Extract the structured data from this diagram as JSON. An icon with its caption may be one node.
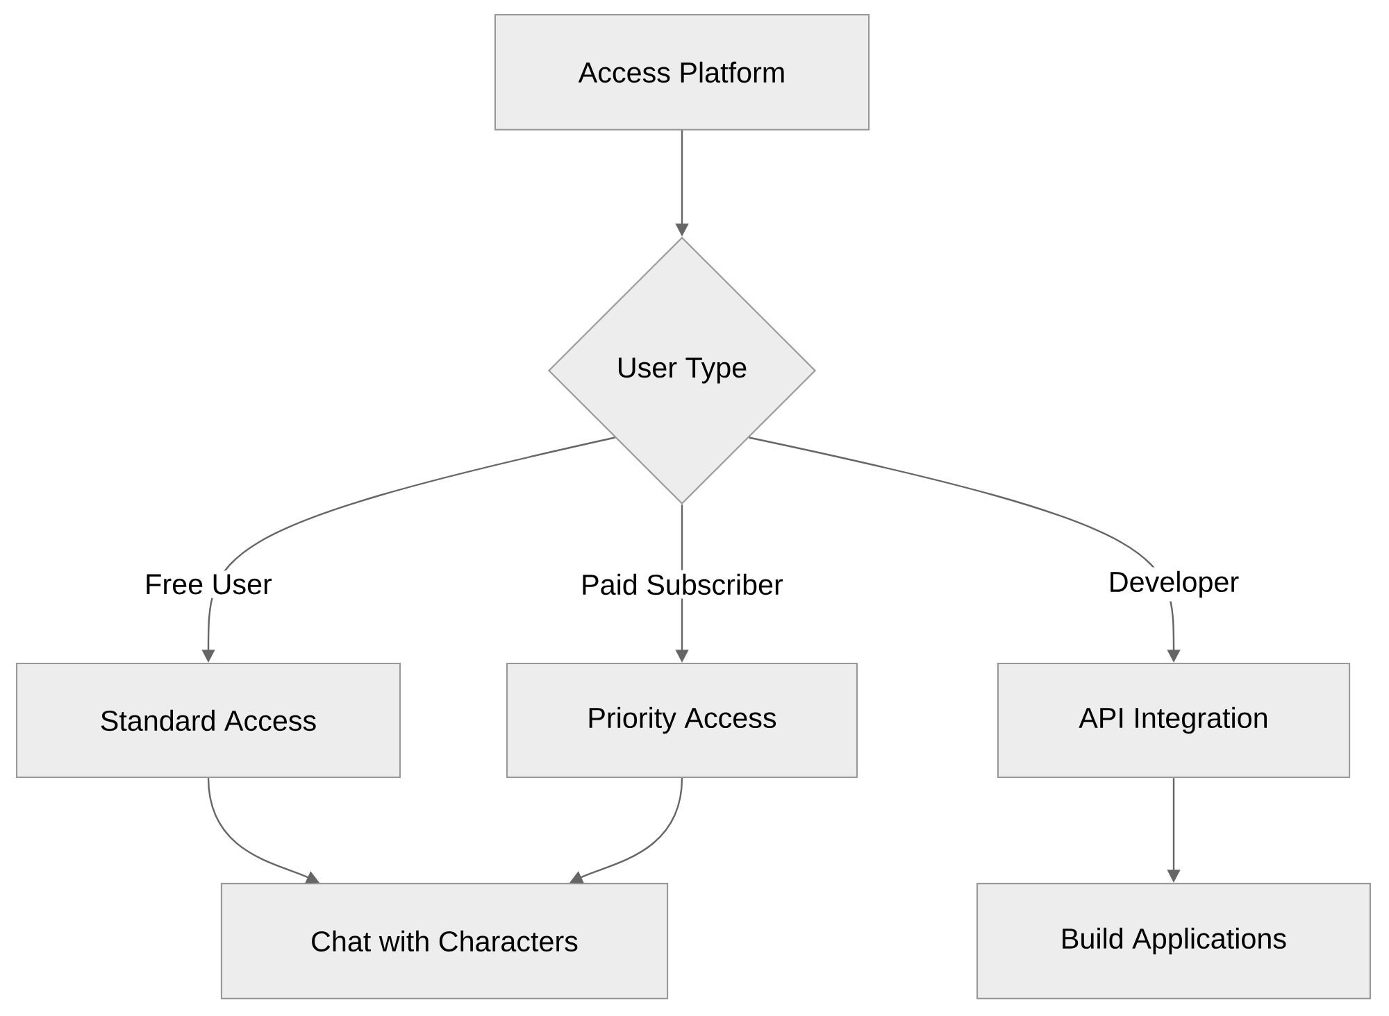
{
  "diagram": {
    "nodes": [
      {
        "text": [
          "Access Platform"
        ]
      },
      {
        "text": [
          "User Type"
        ]
      },
      {
        "text": [
          "Standard Access"
        ]
      },
      {
        "text": [
          "Priority Access"
        ]
      },
      {
        "text": [
          "API Integration"
        ]
      },
      {
        "text": [
          "Chat with Characters"
        ]
      },
      {
        "text": [
          "Build Applications"
        ]
      }
    ],
    "edges": [
      {
        "from": 0,
        "to": 1,
        "arrow": "to"
      },
      {
        "from": 1,
        "to": 2,
        "arrow": "to",
        "label": "Free User"
      },
      {
        "from": 1,
        "to": 3,
        "arrow": "to",
        "label": "Paid Subscriber"
      },
      {
        "from": 1,
        "to": 4,
        "arrow": "to",
        "label": "Developer"
      },
      {
        "from": 2,
        "to": 5,
        "arrow": "to"
      },
      {
        "from": 3,
        "to": 5,
        "arrow": "to"
      },
      {
        "from": 4,
        "to": 6,
        "arrow": "to"
      }
    ]
  }
}
